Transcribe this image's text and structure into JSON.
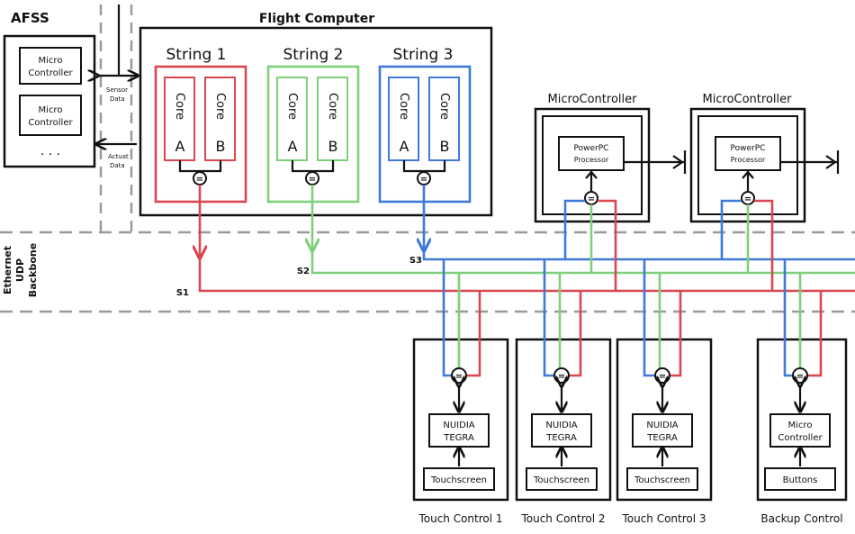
{
  "afss": {
    "title": "AFSS",
    "mc1_line1": "Micro",
    "mc1_line2": "Controller",
    "mc2_line1": "Micro",
    "mc2_line2": "Controller",
    "ellipsis": ". . ."
  },
  "afss_links": {
    "sensor_line1": "Sensor",
    "sensor_line2": "Data",
    "actuator_line1": "Actuat",
    "actuator_line2": "Data"
  },
  "flight_computer": {
    "title": "Flight Computer",
    "strings": [
      {
        "label": "String 1",
        "core_a": "Core",
        "core_a_letter": "A",
        "core_b": "Core",
        "core_b_letter": "B",
        "switch": "=",
        "bus": "S1"
      },
      {
        "label": "String 2",
        "core_a": "Core",
        "core_a_letter": "A",
        "core_b": "Core",
        "core_b_letter": "B",
        "switch": "=",
        "bus": "S2"
      },
      {
        "label": "String 3",
        "core_a": "Core",
        "core_a_letter": "A",
        "core_b": "Core",
        "core_b_letter": "B",
        "switch": "=",
        "bus": "S3"
      }
    ]
  },
  "backbone": {
    "line1": "Ethernet",
    "line2": "UDP",
    "line3": "Backbone"
  },
  "microcontrollers": [
    {
      "title": "MicroController",
      "proc_line1": "PowerPC",
      "proc_line2": "Processor",
      "switch": "="
    },
    {
      "title": "MicroController",
      "proc_line1": "PowerPC",
      "proc_line2": "Processor",
      "switch": "="
    }
  ],
  "controls": [
    {
      "caption": "Touch Control 1",
      "switch": "=",
      "chip_line1": "NUIDIA",
      "chip_line2": "TEGRA",
      "input": "Touchscreen"
    },
    {
      "caption": "Touch Control 2",
      "switch": "=",
      "chip_line1": "NUIDIA",
      "chip_line2": "TEGRA",
      "input": "Touchscreen"
    },
    {
      "caption": "Touch Control 3",
      "switch": "=",
      "chip_line1": "NUIDIA",
      "chip_line2": "TEGRA",
      "input": "Touchscreen"
    },
    {
      "caption": "Backup Control",
      "switch": "=",
      "chip_line1": "Micro",
      "chip_line2": "Controller",
      "input": "Buttons"
    }
  ],
  "colors": {
    "string1": "#d9474f",
    "string2": "#7fd07a",
    "string3": "#3f7ad8",
    "backbone_dash": "#9a9a9a"
  }
}
